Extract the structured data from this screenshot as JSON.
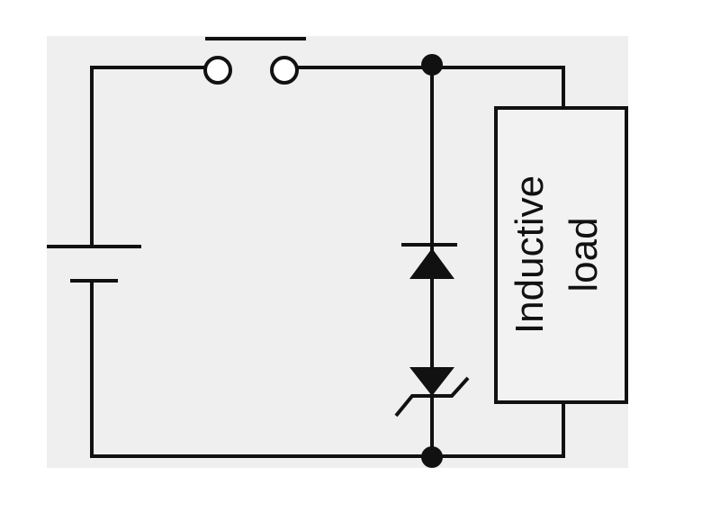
{
  "diagram": {
    "load": {
      "line1": "Inductive",
      "line2": "load"
    },
    "components": {
      "battery": "battery-icon",
      "switch": "switch-icon",
      "diode": "diode-icon",
      "zener": "zener-diode-icon",
      "load": "inductive-load-box"
    },
    "colors": {
      "panel": "#efefef",
      "ink": "#111111",
      "page": "#ffffff"
    }
  }
}
